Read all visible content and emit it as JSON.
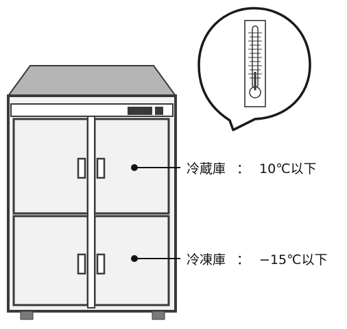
{
  "colors": {
    "outline": "#3a3a3a",
    "cabinet_fill": "#f2f2f2",
    "top_fill": "#b5b5b5",
    "bubble_fill": "#ffffff",
    "thermometer_fill": "#ffffff"
  },
  "icons": {
    "thermometer": "thermometer-icon",
    "speech_bubble": "speech-bubble"
  },
  "refrigerator": {
    "compartment": "冷蔵庫",
    "separator": "：",
    "temperature": "10℃以下"
  },
  "freezer": {
    "compartment": "冷凍庫",
    "separator": "：",
    "temperature": "−15℃以下"
  }
}
